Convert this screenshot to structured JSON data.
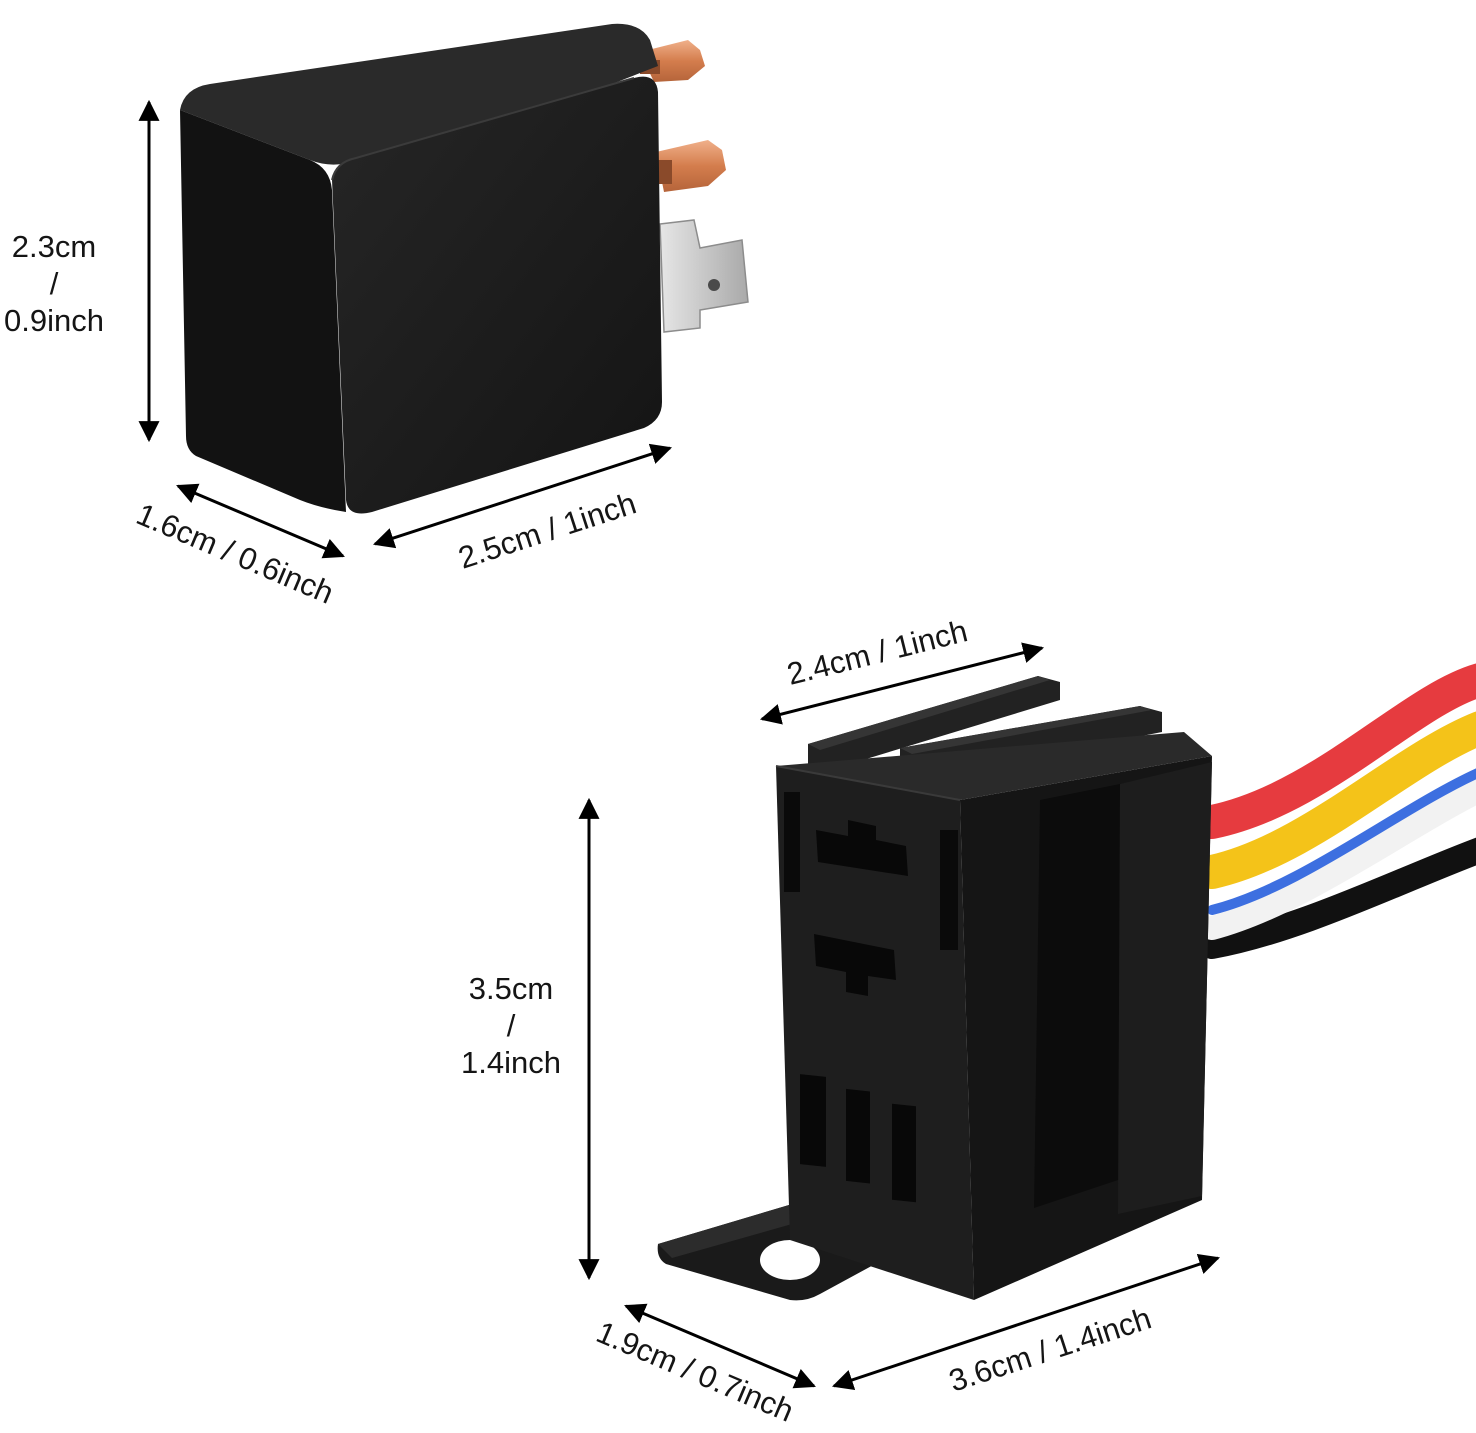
{
  "colors": {
    "background": "#ffffff",
    "plastic": "#1c1c1c",
    "plastic_edge": "#0e0e0e",
    "copper": "#d98a5c",
    "silver": "#c9c9c9",
    "wire_red": "#e63b3f",
    "wire_yellow": "#f4c319",
    "wire_blue": "#3d6fe0",
    "wire_white": "#f3f3f3",
    "wire_black": "#111111",
    "arrow": "#000000"
  },
  "relay": {
    "height_cm": "2.3cm",
    "height_sep": "/",
    "height_in": "0.9inch",
    "depth": "1.6cm / 0.6inch",
    "width": "2.5cm / 1inch"
  },
  "socket": {
    "top_width": "2.4cm / 1inch",
    "height_cm": "3.5cm",
    "height_sep": "/",
    "height_in": "1.4inch",
    "depth": "1.9cm / 0.7inch",
    "width": "3.6cm / 1.4inch"
  }
}
